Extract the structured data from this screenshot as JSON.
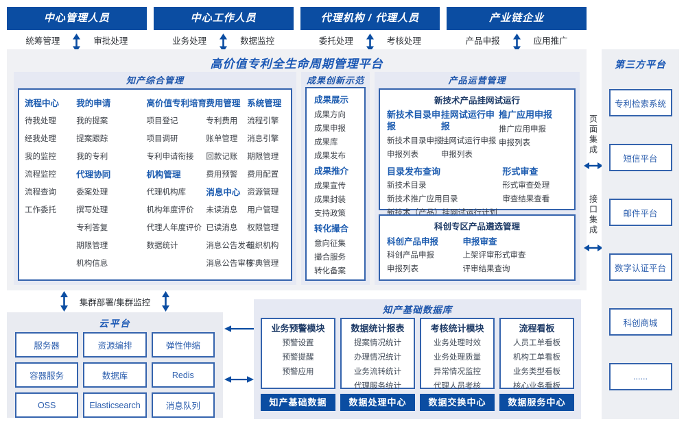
{
  "colors": {
    "dark_blue": "#0b4da2",
    "accent_blue": "#1d5cb0",
    "border_blue": "#3463ad",
    "panel_bg": "#e6e9f3",
    "platform_bg": "#f0f1f4"
  },
  "actors": [
    {
      "title": "中心管理人员",
      "left": "统筹管理",
      "right": "审批处理"
    },
    {
      "title": "中心工作人员",
      "left": "业务处理",
      "right": "数据监控"
    },
    {
      "title": "代理机构 / 代理人员",
      "left": "委托处理",
      "right": "考核处理"
    },
    {
      "title": "产业链企业",
      "left": "产品申报",
      "right": "应用推广"
    }
  ],
  "platform": {
    "title": "高价值专利全生命周期管理平台"
  },
  "ip_mgmt": {
    "title": "知产综合管理",
    "columns": [
      {
        "groups": [
          {
            "header": "流程中心",
            "items": [
              "待我处理",
              "经我处理",
              "我的监控",
              "流程监控",
              "流程查询",
              "工作委托"
            ]
          }
        ]
      },
      {
        "groups": [
          {
            "header": "我的申请",
            "items": [
              "我的提案",
              "提案跟踪",
              "我的专利"
            ]
          },
          {
            "header": "代理协同",
            "items": [
              "委案处理",
              "撰写处理",
              "专利答复",
              "期限管理",
              "机构信息"
            ]
          }
        ]
      },
      {
        "groups": [
          {
            "header": "高价值专利培育",
            "items": [
              "项目登记",
              "项目调研",
              "专利申请衔接"
            ]
          },
          {
            "header": "机构管理",
            "items": [
              "代理机构库",
              "机构年度评价",
              "代理人年度评价",
              "数据统计"
            ]
          }
        ]
      },
      {
        "groups": [
          {
            "header": "费用管理",
            "items": [
              "专利费用",
              "账单管理",
              "回款记账",
              "费用预警"
            ]
          },
          {
            "header": "消息中心",
            "items": [
              "未读消息",
              "已读消息",
              "消息公告发布",
              "消息公告审核"
            ]
          }
        ]
      },
      {
        "groups": [
          {
            "header": "系统管理",
            "items": [
              "流程引擎",
              "消息引擎",
              "期限管理",
              "费用配置",
              "资源管理",
              "用户管理",
              "权限管理",
              "组织机构",
              "字典管理"
            ]
          }
        ]
      }
    ]
  },
  "achievements": {
    "title": "成果创新示范",
    "groups": [
      {
        "header": "成果展示",
        "items": [
          "成果方向",
          "成果申报",
          "成果库",
          "成果发布"
        ]
      },
      {
        "header": "成果推介",
        "items": [
          "成果宣传",
          "成果封装",
          "支持政策"
        ]
      },
      {
        "header": "转化撮合",
        "items": [
          "意向征集",
          "撮合服务",
          "转化备案"
        ]
      }
    ]
  },
  "product_ops": {
    "title": "产品运营管理",
    "trial": {
      "title": "新技术产品挂网试运行",
      "columns": [
        {
          "header": "新技术目录申报",
          "items": [
            "新技术目录申报",
            "申报列表"
          ]
        },
        {
          "header": "挂网试运行申报",
          "items": [
            "挂网试运行申报",
            "申报列表"
          ]
        },
        {
          "header": "推广应用申报",
          "items": [
            "推广应用申报",
            "申报列表"
          ]
        }
      ],
      "catalog": {
        "header": "目录发布查询",
        "items": [
          "新技术目录",
          "新技术推广应用目录",
          "新技术（产品）挂网试运行计划"
        ]
      },
      "review": {
        "header": "形式审查",
        "items": [
          "形式审查处理",
          "审查结果查看"
        ]
      }
    },
    "selection": {
      "title": "科创专区产品遴选管理",
      "columns": [
        {
          "header": "科创产品申报",
          "items": [
            "科创产品申报",
            "申报列表"
          ]
        },
        {
          "header": "申报审查",
          "items": [
            "上架评审形式审查",
            "评审结果查询"
          ]
        }
      ]
    }
  },
  "integration": {
    "page": "页面集成",
    "api": "接口集成"
  },
  "third_party": {
    "title": "第三方平台",
    "boxes": [
      "专利检索系统",
      "短信平台",
      "邮件平台",
      "数字认证平台",
      "科创商城",
      "......"
    ]
  },
  "cluster_label": "集群部署/集群监控",
  "cloud": {
    "title": "云平台",
    "boxes": [
      "服务器",
      "资源编排",
      "弹性伸缩",
      "容器服务",
      "数据库",
      "Redis",
      "OSS",
      "Elasticsearch",
      "消息队列"
    ]
  },
  "data_center": {
    "title": "知产基础数据库",
    "columns": [
      {
        "header": "业务预警模块",
        "items": [
          "预警设置",
          "预警提醒",
          "预警应用"
        ],
        "footer": "知产基础数据"
      },
      {
        "header": "数据统计报表",
        "items": [
          "提案情况统计",
          "办理情况统计",
          "业务流转统计",
          "代理服务统计"
        ],
        "footer": "数据处理中心"
      },
      {
        "header": "考核统计模块",
        "items": [
          "业务处理时效",
          "业务处理质量",
          "异常情况监控",
          "代理人员考核"
        ],
        "footer": "数据交换中心"
      },
      {
        "header": "流程看板",
        "items": [
          "人员工单看板",
          "机构工单看板",
          "业务类型看板",
          "核心业务看板"
        ],
        "footer": "数据服务中心"
      }
    ]
  }
}
